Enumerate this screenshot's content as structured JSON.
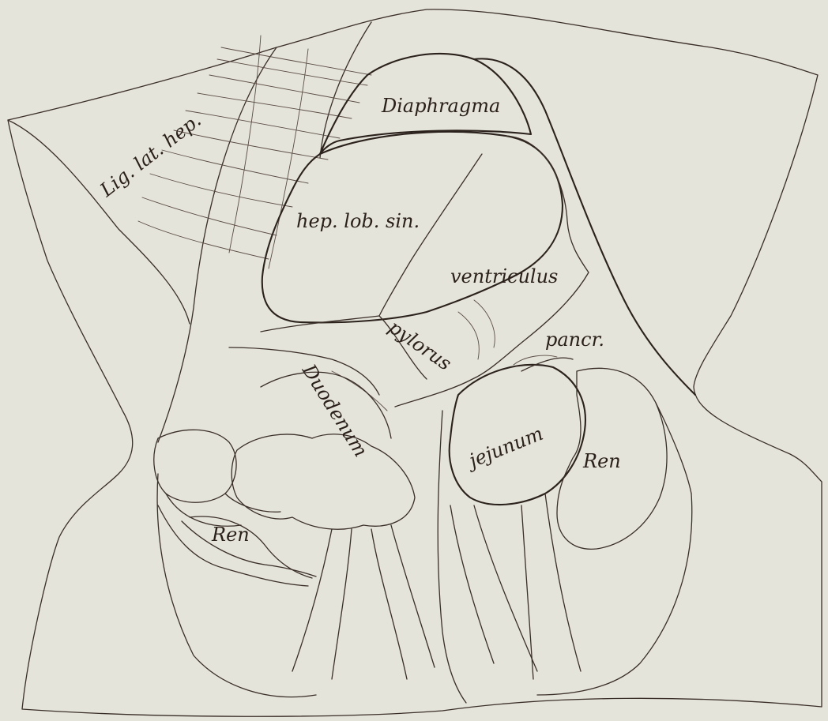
{
  "figure": {
    "labels": {
      "lig_lat_hep": "Lig. lat. hep.",
      "diaphragma": "Diaphragma",
      "hep_lob_sin": "hep. lob. sin.",
      "ventriculus": "ventriculus",
      "pylorus": "pylorus",
      "pancr": "pancr.",
      "duodenum": "Duodenum",
      "jejunum": "jejunum",
      "ren_right": "Ren",
      "ren_left": "Ren"
    }
  }
}
